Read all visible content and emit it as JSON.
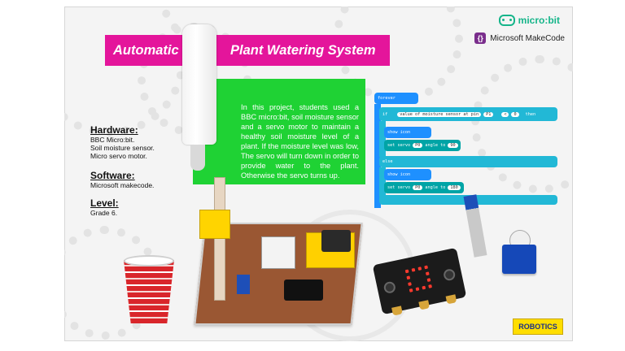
{
  "logos": {
    "microbit": "micro:bit",
    "makecode": "Microsoft MakeCode",
    "robotics": "ROBOTICS"
  },
  "title": {
    "left": "Automatic",
    "right": "Plant Watering System"
  },
  "description": "In this project, students used a BBC micro:bit, soil moisture sensor and a servo motor to maintain a healthy soil moisture level of a plant. If the moisture level was low, The servo will turn down in order to provide water to the plant. Otherwise the servo turns up.",
  "specs": {
    "hardware_heading": "Hardware:",
    "hardware_lines": [
      "BBC Micro:bit.",
      "Soil moisture sensor.",
      "Micro servo motor."
    ],
    "software_heading": "Software:",
    "software_line": "Microsoft makecode.",
    "level_heading": "Level:",
    "level_line": "Grade 6."
  },
  "code": {
    "forever": "forever",
    "if": "if",
    "condition": "value of moisture sensor at pin",
    "pin": "P1",
    "op": "<",
    "threshold": "0",
    "then": "then",
    "show_icon": "show icon",
    "set_servo": "set servo",
    "servo_pin": "P0",
    "angle_to": "angle to",
    "angle1": "90",
    "else": "else",
    "angle2": "180"
  },
  "colors": {
    "banner": "#e4159b",
    "green": "#1fd234",
    "code_blue": "#1e90ff",
    "code_cyan": "#22b8d6"
  }
}
